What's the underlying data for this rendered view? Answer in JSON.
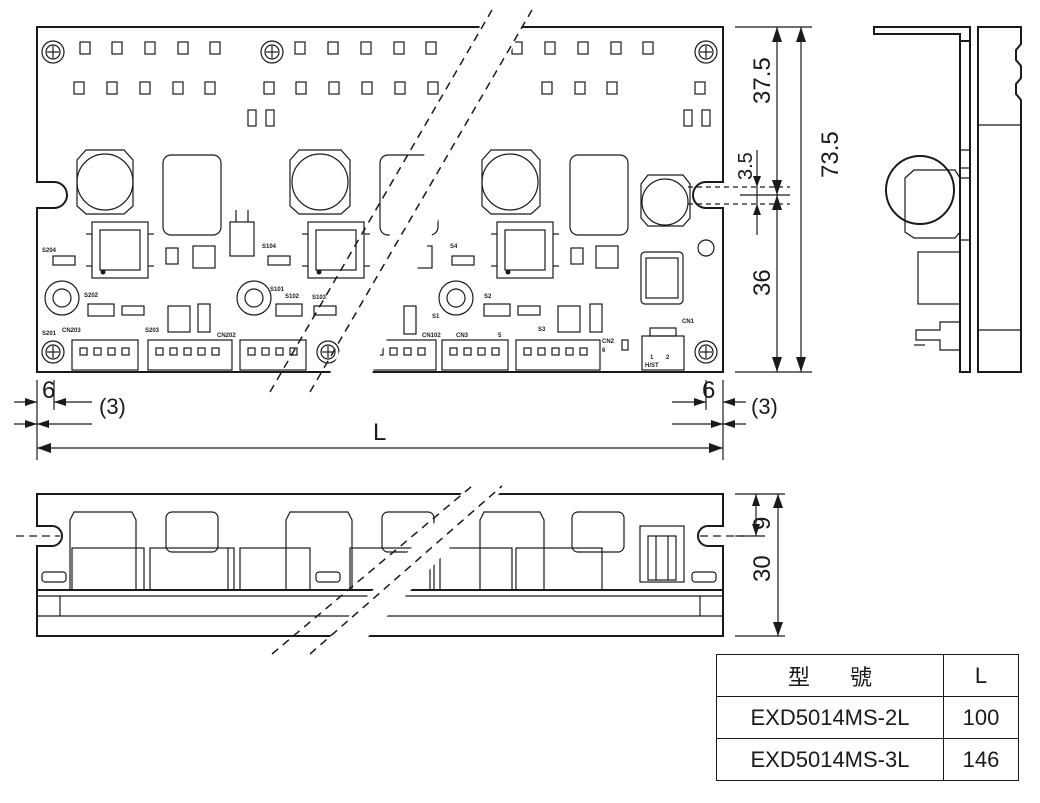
{
  "dimensions": {
    "height_top": "37.5",
    "height_total": "73.5",
    "hole_dia": "3.5",
    "height_bottom": "36",
    "slot_left": "6",
    "slot_right": "6",
    "edge_left": "(3)",
    "edge_right": "(3)",
    "length": "L",
    "side_slot": "9",
    "side_height": "30"
  },
  "board_labels": {
    "s204": "S204",
    "s104": "S104",
    "s4": "S4",
    "s202": "S202",
    "s101": "S101",
    "s102": "S102",
    "s103": "S103",
    "s1": "S1",
    "s2": "S2",
    "s201": "S201",
    "cn203": "CN203",
    "s203": "S203",
    "cn202": "CN202",
    "cn102": "CN102",
    "cn3": "CN3",
    "s3": "S3",
    "cn2": "CN2",
    "cn1": "CN1",
    "hst": "H/ST",
    "pin1": "1",
    "pin2": "2",
    "pin5": "5",
    "pin6": "6"
  },
  "table": {
    "header": {
      "model": "型號",
      "length": "L"
    },
    "rows": [
      {
        "model": "EXD5014MS-2L",
        "length": "100"
      },
      {
        "model": "EXD5014MS-3L",
        "length": "146"
      }
    ]
  }
}
